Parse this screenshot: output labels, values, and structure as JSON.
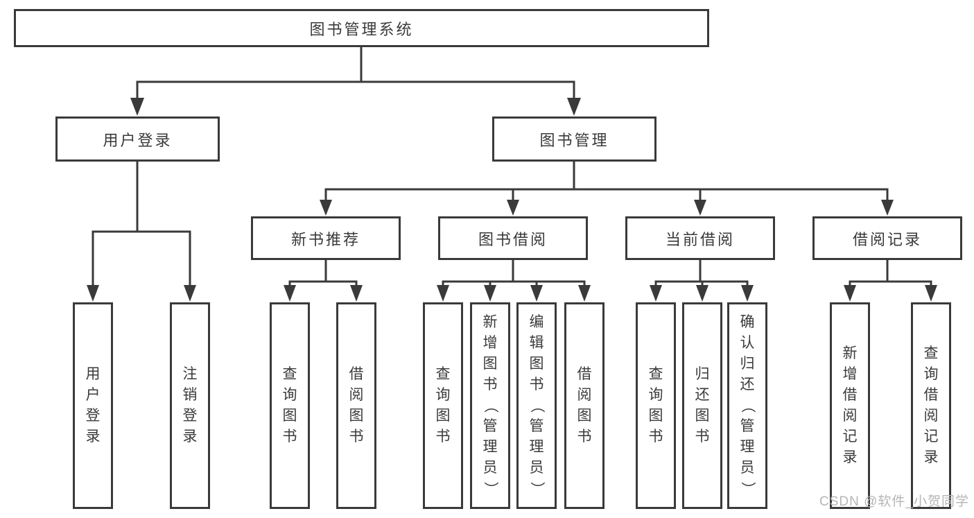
{
  "diagram": {
    "root": {
      "label": "图书管理系统"
    },
    "user_login": {
      "label": "用户登录",
      "children": [
        {
          "label": "用户登录"
        },
        {
          "label": "注销登录"
        }
      ]
    },
    "book_mgmt": {
      "label": "图书管理",
      "children": [
        {
          "label": "新书推荐",
          "children": [
            {
              "label": "查询图书"
            },
            {
              "label": "借阅图书"
            }
          ]
        },
        {
          "label": "图书借阅",
          "children": [
            {
              "label": "查询图书"
            },
            {
              "label": "新增图书（管理员）"
            },
            {
              "label": "编辑图书（管理员）"
            },
            {
              "label": "借阅图书"
            }
          ]
        },
        {
          "label": "当前借阅",
          "children": [
            {
              "label": "查询图书"
            },
            {
              "label": "归还图书"
            },
            {
              "label": "确认归还（管理员）"
            }
          ]
        },
        {
          "label": "借阅记录",
          "children": [
            {
              "label": "新增借阅记录"
            },
            {
              "label": "查询借阅记录"
            }
          ]
        }
      ]
    }
  },
  "watermark": {
    "text": "CSDN @软件_小贺同学",
    "color": "#b5b5b5"
  },
  "colors": {
    "line": "#3a3a3a",
    "border": "#3a3a3a",
    "text": "#3a3a3a",
    "background": "#ffffff"
  }
}
